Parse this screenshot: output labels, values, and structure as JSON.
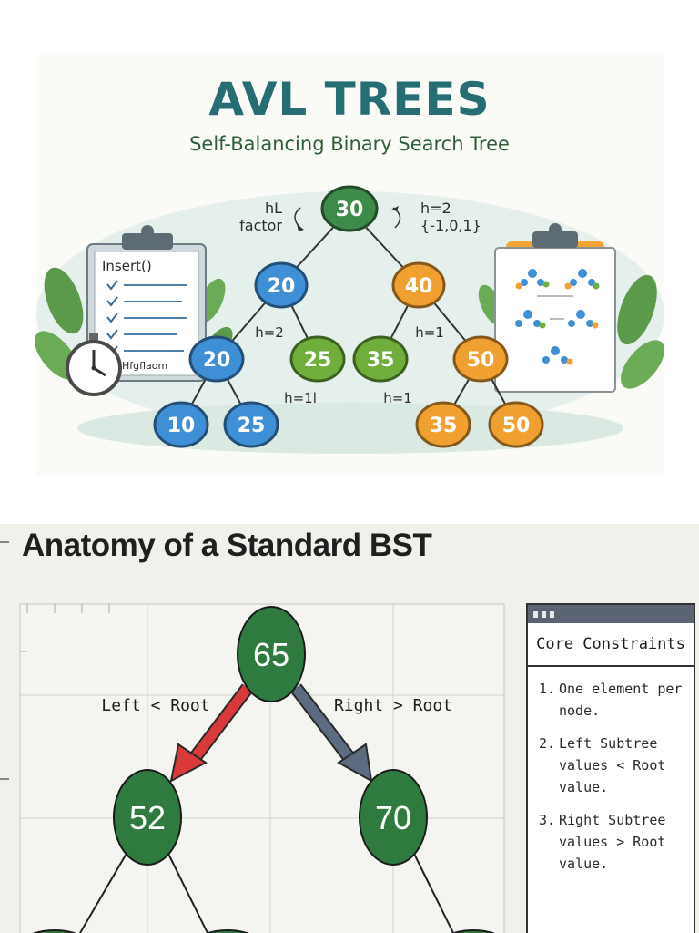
{
  "avl": {
    "title": "AVL TREES",
    "subtitle": "Self-Balancing Binary Search Tree",
    "left_note": [
      "hL",
      "factor"
    ],
    "right_note": [
      "h=2",
      "{-1,0,1}"
    ],
    "clipboard_label": "Insert()",
    "clock_label": "Hfgflaom",
    "height_labels": [
      "h=2",
      "h=1",
      "h=1l",
      "h=1"
    ],
    "nodes": [
      {
        "value": "30",
        "color": "#3e8a48"
      },
      {
        "value": "20",
        "color": "#3f8fd6"
      },
      {
        "value": "40",
        "color": "#f0a030"
      },
      {
        "value": "20",
        "color": "#3f8fd6"
      },
      {
        "value": "25",
        "color": "#6fae3b"
      },
      {
        "value": "35",
        "color": "#6fae3b"
      },
      {
        "value": "50",
        "color": "#f0a030"
      },
      {
        "value": "10",
        "color": "#3f8fd6"
      },
      {
        "value": "25",
        "color": "#3f8fd6"
      },
      {
        "value": "35",
        "color": "#f0a030"
      },
      {
        "value": "50",
        "color": "#f0a030"
      }
    ]
  },
  "bst": {
    "title": "Anatomy of a Standard BST",
    "left_label": "Left < Root",
    "right_label": "Right > Root",
    "nodes": [
      {
        "value": "65"
      },
      {
        "value": "52"
      },
      {
        "value": "70"
      }
    ],
    "node_color": "#2f7a3f",
    "left_arrow_color": "#d83a3a",
    "right_arrow_color": "#5d6b80",
    "panel": {
      "title": "Core Constraints",
      "items": [
        {
          "num": "1.",
          "text": "One element per node."
        },
        {
          "num": "2.",
          "text": "Left Subtree values < Root value."
        },
        {
          "num": "3.",
          "text": "Right Subtree values > Root value."
        }
      ]
    }
  }
}
